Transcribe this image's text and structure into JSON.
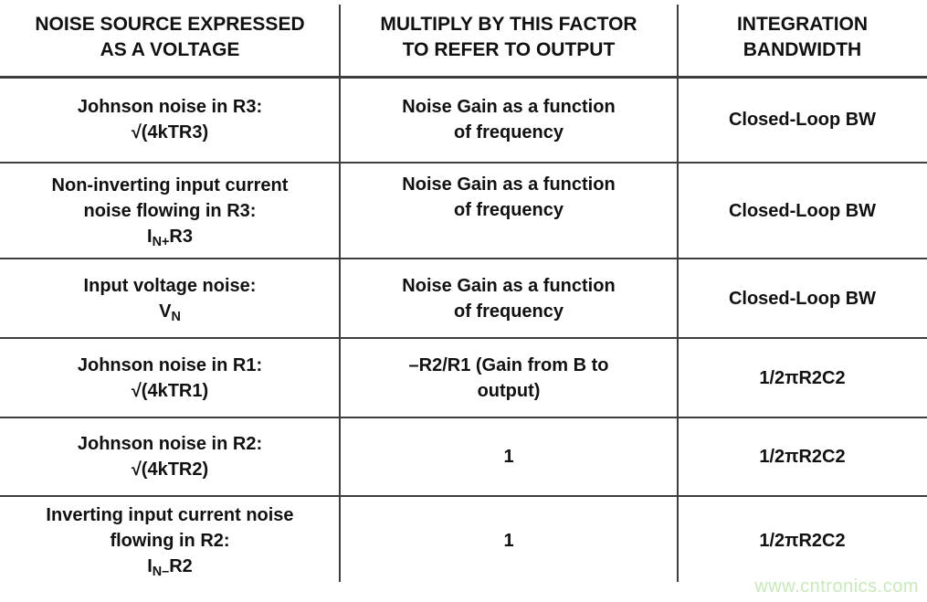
{
  "colors": {
    "background": "#ffffff",
    "text": "#111111",
    "line": "#3d3d3d",
    "watermark": "#c7eab8"
  },
  "watermark": {
    "text": "www.cntronics.com"
  },
  "table": {
    "headers": [
      {
        "lines": [
          [
            "NOISE SOURCE EXPRESSED"
          ],
          [
            "AS A VOLTAGE"
          ]
        ]
      },
      {
        "lines": [
          [
            "MULTIPLY BY THIS FACTOR"
          ],
          [
            "TO REFER TO OUTPUT"
          ]
        ]
      },
      {
        "lines": [
          [
            "INTEGRATION"
          ],
          [
            "BANDWIDTH"
          ]
        ]
      }
    ],
    "rows": [
      {
        "source": [
          [
            "Johnson noise in R3:"
          ],
          [
            "√(4kTR3)"
          ]
        ],
        "factor": [
          [
            "Noise Gain as a function"
          ],
          [
            "of frequency"
          ]
        ],
        "bandwidth": [
          [
            "Closed-Loop BW"
          ]
        ]
      },
      {
        "source": [
          [
            "Non-inverting input current"
          ],
          [
            "noise flowing in R3:"
          ],
          [
            "I",
            {
              "text": "N+",
              "sub": true
            },
            "R3"
          ]
        ],
        "factor": [
          [
            "Noise Gain as a function"
          ],
          [
            "of frequency"
          ]
        ],
        "bandwidth": [
          [
            "Closed-Loop BW"
          ]
        ]
      },
      {
        "source": [
          [
            "Input voltage noise:"
          ],
          [
            "V",
            {
              "text": "N",
              "sub": true
            }
          ]
        ],
        "factor": [
          [
            "Noise Gain as a function"
          ],
          [
            "of frequency"
          ]
        ],
        "bandwidth": [
          [
            "Closed-Loop BW"
          ]
        ]
      },
      {
        "source": [
          [
            "Johnson noise in R1:"
          ],
          [
            "√(4kTR1)"
          ]
        ],
        "factor": [
          [
            "–R2/R1 (Gain from B to"
          ],
          [
            "output)"
          ]
        ],
        "bandwidth": [
          [
            "1/2πR2C2"
          ]
        ]
      },
      {
        "source": [
          [
            "Johnson noise in R2:"
          ],
          [
            "√(4kTR2)"
          ]
        ],
        "factor": [
          [
            "1"
          ]
        ],
        "bandwidth": [
          [
            "1/2πR2C2"
          ]
        ]
      },
      {
        "source": [
          [
            "Inverting input current noise"
          ],
          [
            "flowing in R2:"
          ],
          [
            "I",
            {
              "text": "N–",
              "sub": true
            },
            "R2"
          ]
        ],
        "factor": [
          [
            "1"
          ]
        ],
        "bandwidth": [
          [
            "1/2πR2C2"
          ]
        ]
      }
    ]
  }
}
